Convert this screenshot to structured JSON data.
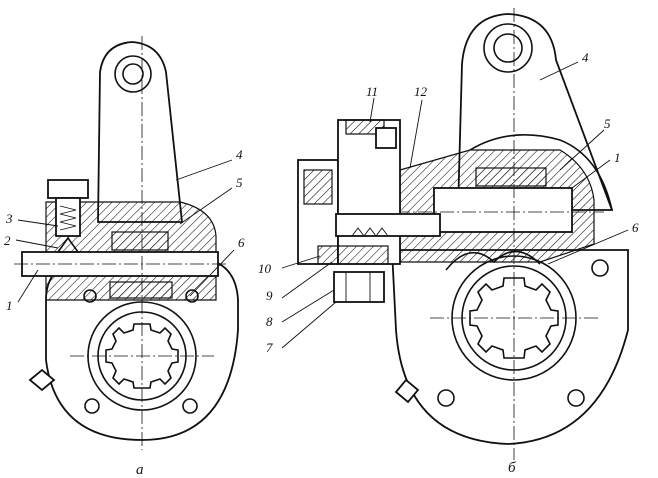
{
  "figure": {
    "captions": {
      "left": "а",
      "right": "б"
    },
    "labels_left": [
      "1",
      "2",
      "3",
      "4",
      "5",
      "6"
    ],
    "labels_right": [
      "1",
      "4",
      "5",
      "6",
      "7",
      "8",
      "9",
      "10",
      "11",
      "12"
    ]
  }
}
